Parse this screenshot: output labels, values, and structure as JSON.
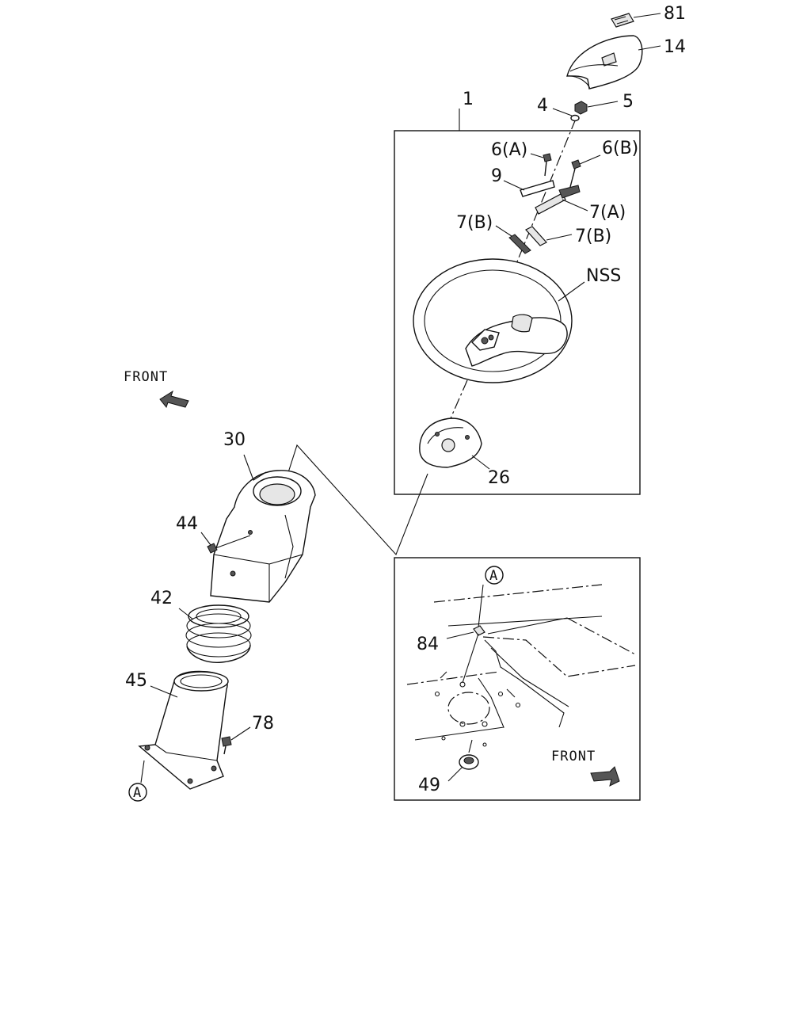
{
  "labels": {
    "p81": "81",
    "p14": "14",
    "p1": "1",
    "p4": "4",
    "p5": "5",
    "p6a": "6(A)",
    "p6b": "6(B)",
    "p9": "9",
    "p7a": "7(A)",
    "p7b_left": "7(B)",
    "p7b_right": "7(B)",
    "nss": "NSS",
    "p26": "26",
    "p30": "30",
    "p44": "44",
    "p42": "42",
    "p45": "45",
    "p78": "78",
    "ref_a_bottom": "A",
    "ref_a_inset": "A",
    "p84": "84",
    "p49": "49"
  },
  "direction": {
    "front_upper": "FRONT",
    "front_inset": "FRONT"
  }
}
